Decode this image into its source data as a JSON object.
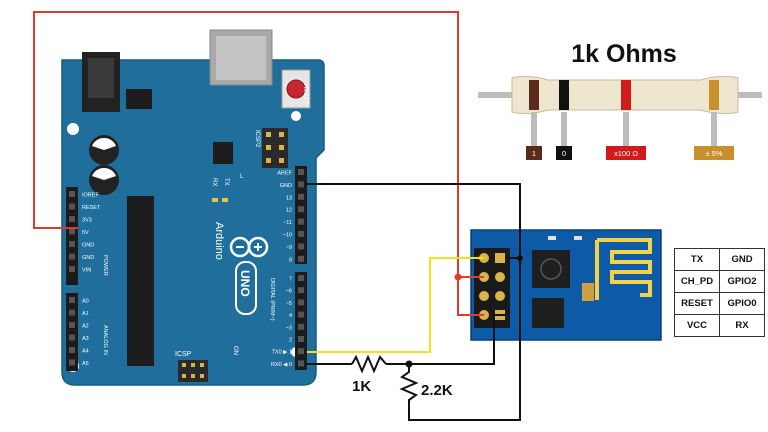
{
  "title": "1k Ohms",
  "resistor_bands": [
    {
      "label": "1",
      "color": "#5a2a1a"
    },
    {
      "label": "0",
      "color": "#111111"
    },
    {
      "label": "x100 Ω",
      "color": "#d11a1a"
    },
    {
      "label": "± 5%",
      "color": "#c8902c"
    }
  ],
  "arduino": {
    "brand": "Arduino",
    "model": "UNO",
    "reset_label": "RESET",
    "icsp2_label": "ICSP2",
    "icsp_label": "ICSP",
    "on_label": "ON",
    "tx_label": "TX",
    "rx_label": "RX",
    "l_label": "L",
    "power_label": "POWER",
    "analog_label": "ANALOG IN",
    "digital_label": "DIGITAL (PWM~)",
    "power_pins": [
      "IOREF",
      "RESET",
      "3V3",
      "5V",
      "GND",
      "GND",
      "VIN"
    ],
    "analog_pins": [
      "A0",
      "A1",
      "A2",
      "A3",
      "A4",
      "A5"
    ],
    "digital_top": [
      "AREF",
      "GND",
      "13",
      "12",
      "~11",
      "~10",
      "~9",
      "8"
    ],
    "digital_bottom": [
      "7",
      "~6",
      "~5",
      "4",
      "~3",
      "2",
      "TX0 ▶ 1",
      "RX0 ◀ 0"
    ]
  },
  "resistors": {
    "r1_label": "1K",
    "r2_label": "2.2K"
  },
  "pinmap": [
    [
      "TX",
      "GND"
    ],
    [
      "CH_PD",
      "GPIO2"
    ],
    [
      "RESET",
      "GPIO0"
    ],
    [
      "VCC",
      "RX"
    ]
  ],
  "colors": {
    "board": "#1f6e9c",
    "board_dark": "#175a82",
    "esp_board": "#0d5aa7",
    "wire_red": "#e23b2e",
    "wire_black": "#111111",
    "wire_yellow": "#f2e21b"
  }
}
